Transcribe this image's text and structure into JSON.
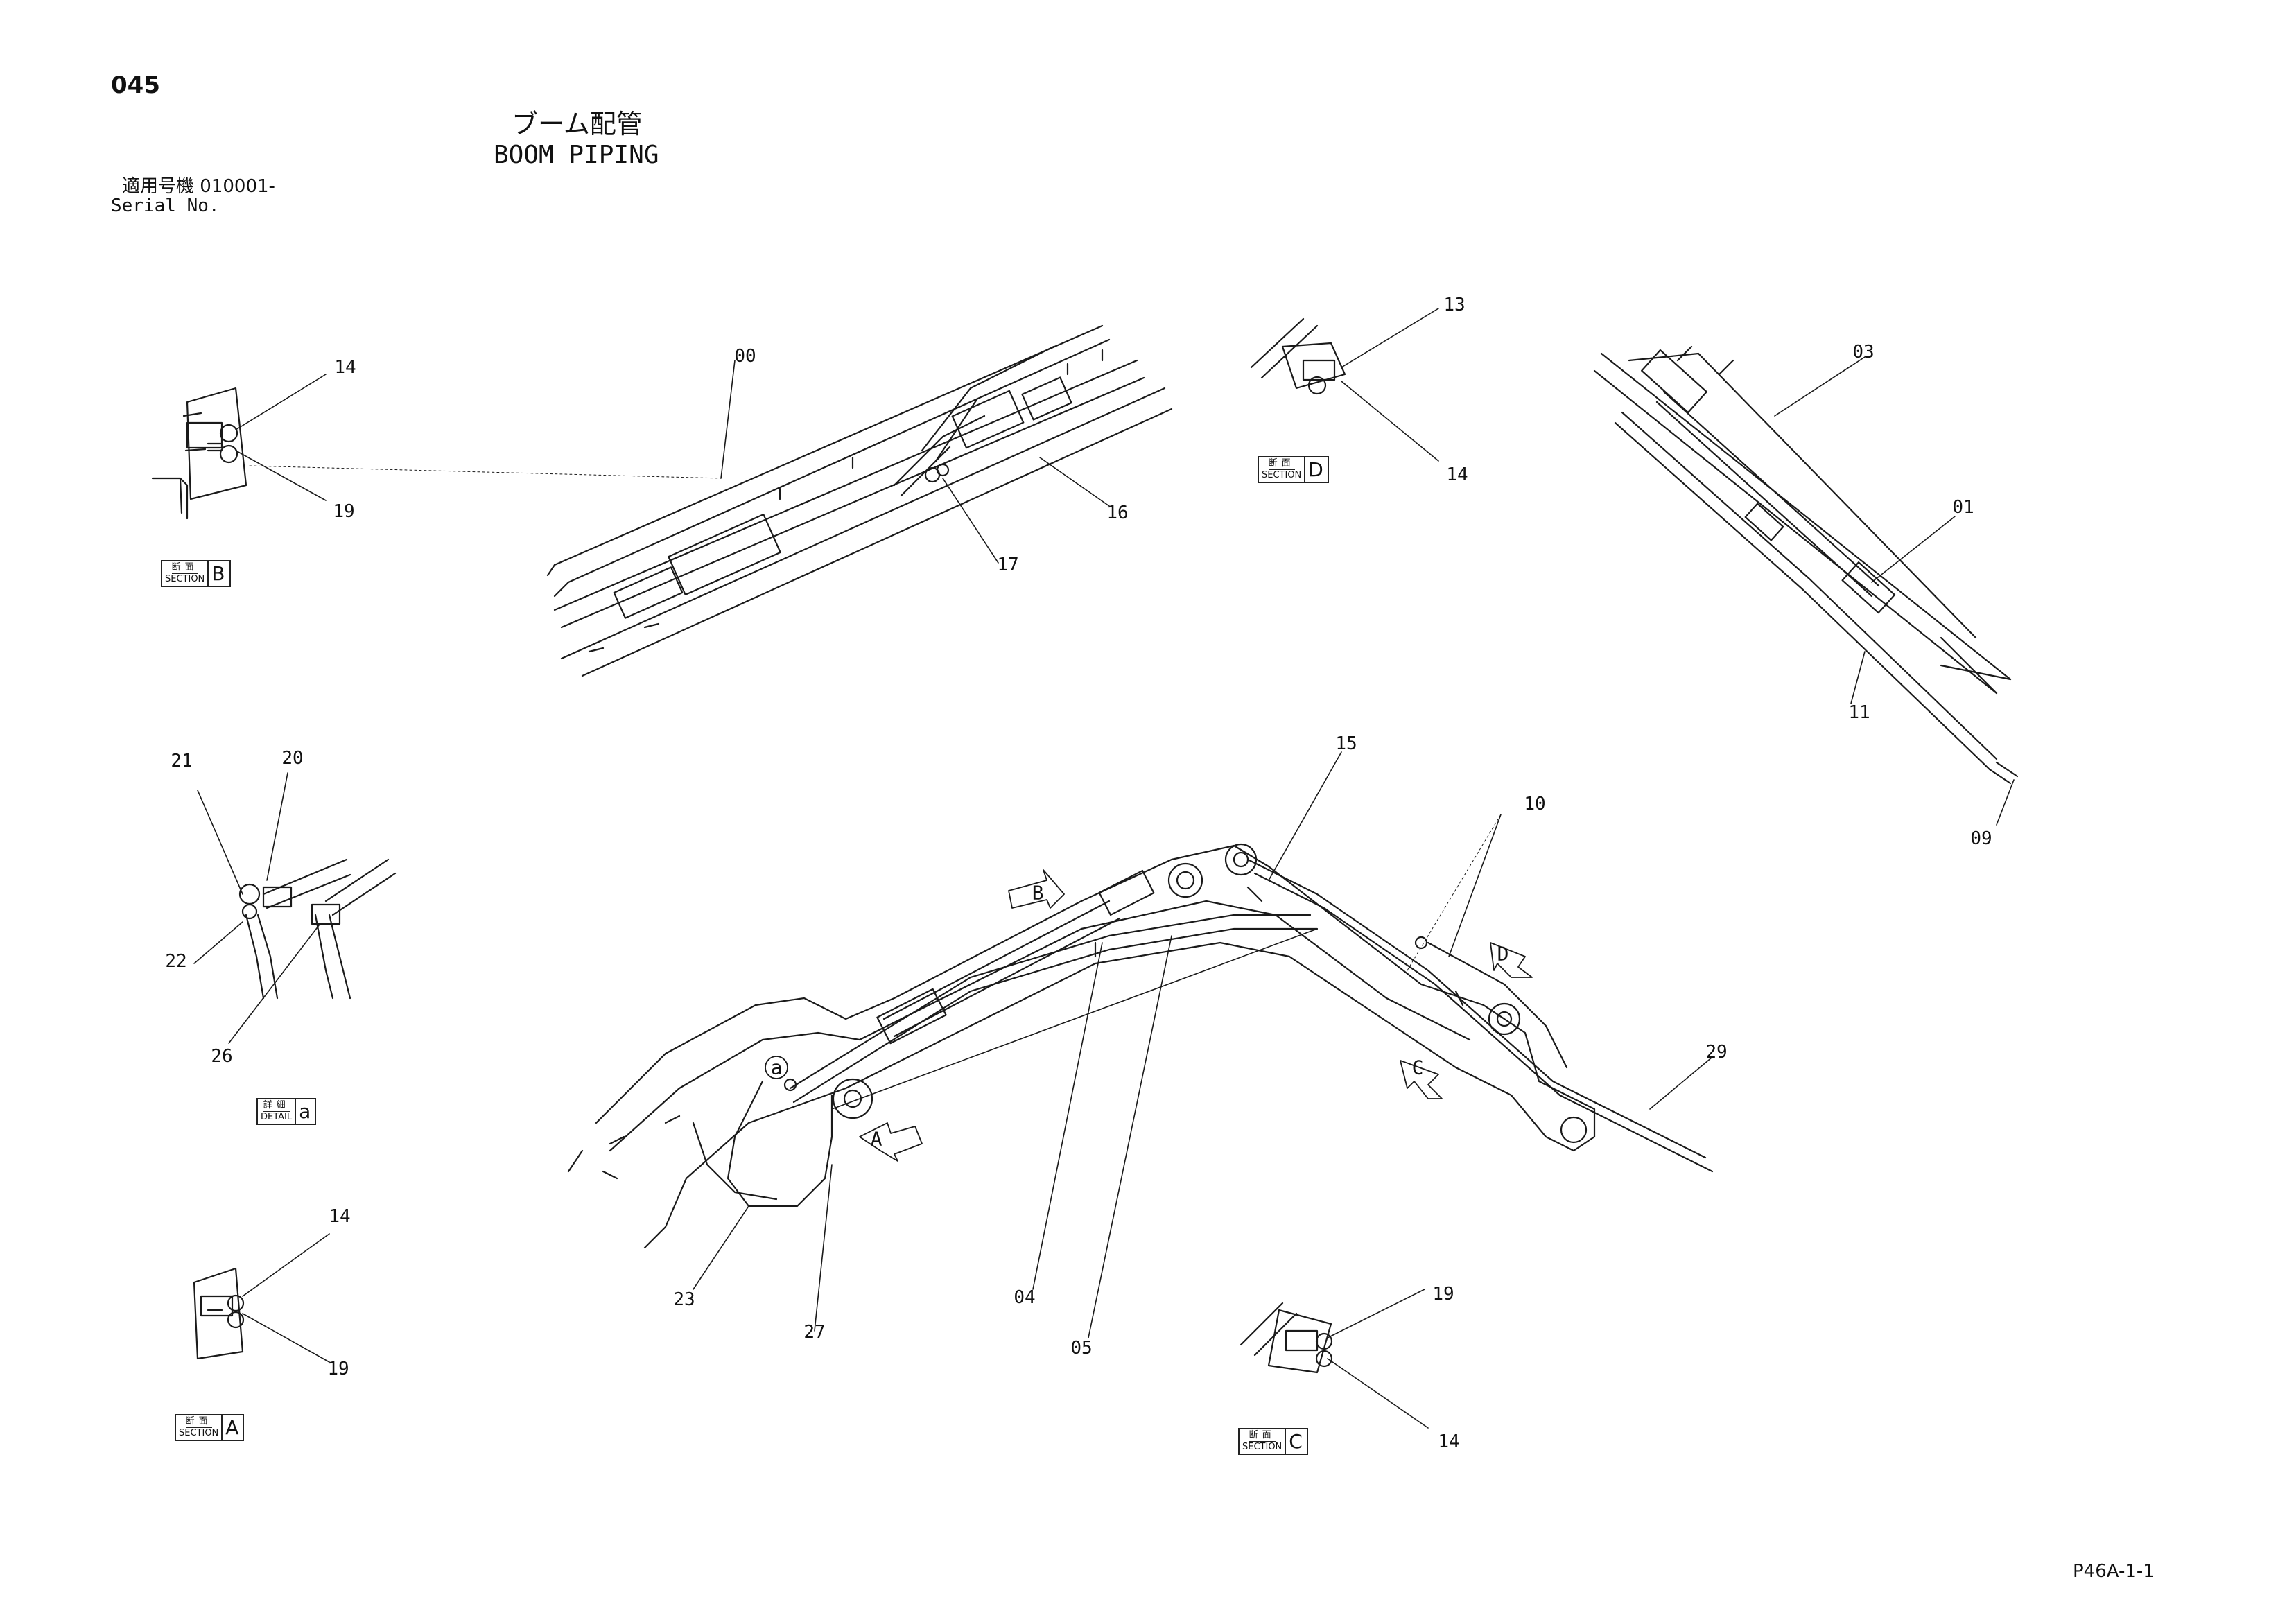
{
  "header": {
    "page_number": "045",
    "title_jp": "ブーム配管",
    "title_en": "BOOM PIPING",
    "serial_label_jp": "適用号機",
    "serial_value": "010001-",
    "serial_label_en": "Serial No."
  },
  "footer": {
    "code": "P46A-1-1"
  },
  "callouts": {
    "c14_b": "14",
    "c19_b": "19",
    "c00": "00",
    "c16": "16",
    "c17": "17",
    "c13": "13",
    "c14_d": "14",
    "c03": "03",
    "c01": "01",
    "c11": "11",
    "c09": "09",
    "c21": "21",
    "c20": "20",
    "c22": "22",
    "c26": "26",
    "c15": "15",
    "c10": "10",
    "c29": "29",
    "c23": "23",
    "c27": "27",
    "c04": "04",
    "c05": "05",
    "c14_a": "14",
    "c19_a": "19",
    "c19_c": "19",
    "c14_c": "14"
  },
  "view_arrows": {
    "a": "A",
    "b": "B",
    "c": "C",
    "d": "D",
    "detail": "a"
  },
  "sections": [
    {
      "id": "section-b",
      "jp": "断面",
      "en": "SECTION",
      "letter": "B"
    },
    {
      "id": "section-d",
      "jp": "断面",
      "en": "SECTION",
      "letter": "D"
    },
    {
      "id": "detail-a",
      "jp": "詳細",
      "en": "DETAIL",
      "letter": "a"
    },
    {
      "id": "section-a",
      "jp": "断面",
      "en": "SECTION",
      "letter": "A"
    },
    {
      "id": "section-c",
      "jp": "断面",
      "en": "SECTION",
      "letter": "C"
    }
  ]
}
